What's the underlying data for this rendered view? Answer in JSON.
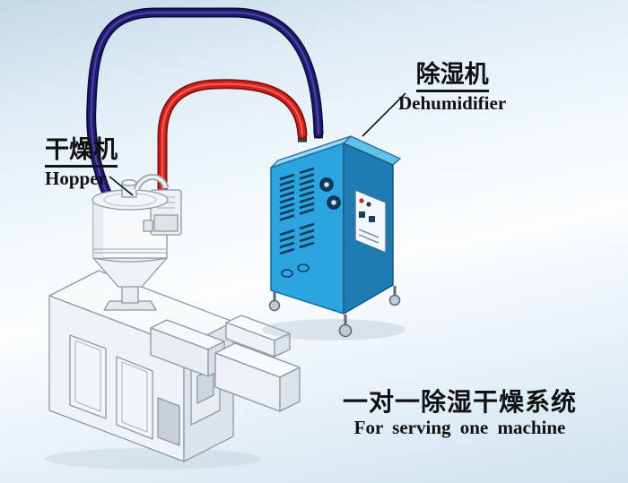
{
  "labels": {
    "hopper": {
      "cn": "干燥机",
      "en": "Hopper"
    },
    "dehumidifier": {
      "cn": "除湿机",
      "en": "Dehumidifier"
    },
    "caption": {
      "cn": "一对一除湿干燥系统",
      "en": "For serving one machine"
    }
  },
  "colors": {
    "pipe_red": "#d62020",
    "pipe_red_dark": "#7c0f0f",
    "pipe_blue": "#221b72",
    "pipe_blue_dark": "#0e0a45",
    "cabinet_front": "#2ba4df",
    "cabinet_side": "#1f7cb2",
    "cabinet_top_left": "#9bdaf4",
    "cabinet_top_right": "#5fc0e8",
    "label_text": "#111111"
  }
}
